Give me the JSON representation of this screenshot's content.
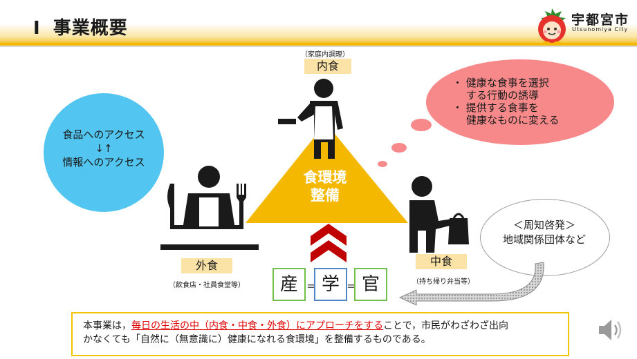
{
  "header": {
    "roman_numeral": "I",
    "title": "事業概要",
    "city_name": "宇都宮市",
    "city_roman": "Utsunomiya City"
  },
  "nodes": {
    "home": {
      "sublabel": "（家庭内調理）",
      "label": "内食"
    },
    "eat_out": {
      "label": "外食",
      "sublabel": "（飲食店・社員食堂等）"
    },
    "ready_meal": {
      "label": "中食",
      "sublabel": "（持ち帰り弁当等）"
    }
  },
  "center_label": "食環境\n整備",
  "access_bubble": {
    "line1": "食品へのアクセス",
    "line2": "↓↑",
    "line3": "情報へのアクセス"
  },
  "goals_bubble": {
    "line1": "・ 健康な食事を選択",
    "line2": "する行動の誘導",
    "line3": "・ 提供する食事を",
    "line4": "健康なものに変える"
  },
  "awareness_bubble": {
    "line1": "＜周知啓発＞",
    "line2": "地域関係団体など"
  },
  "partners": {
    "industry": "産",
    "academia": "学",
    "government": "官",
    "separator": "="
  },
  "summary": {
    "part1": "本事業は，",
    "highlight": "毎日の生活の中（内食・中食・外食）にアプローチをする",
    "part2": "ことで，市民がわざわざ出向",
    "line2": "かなくても「自然に（無意識に）健康になれる食環境」を整備するものである。"
  },
  "colors": {
    "triangle": "#f5b800",
    "header_accent": "#f5b800",
    "access_bubble": "#52c5f0",
    "goals_bubble": "#f7898a",
    "chevron": "#c00000",
    "industry_border": "#70c04a",
    "academia_border": "#4f86c6",
    "government_border": "#70c04a",
    "highlight_text": "#e00000"
  },
  "icons": {
    "speaker": "speaker-icon",
    "mascot": "strawberry-mascot-logo"
  }
}
